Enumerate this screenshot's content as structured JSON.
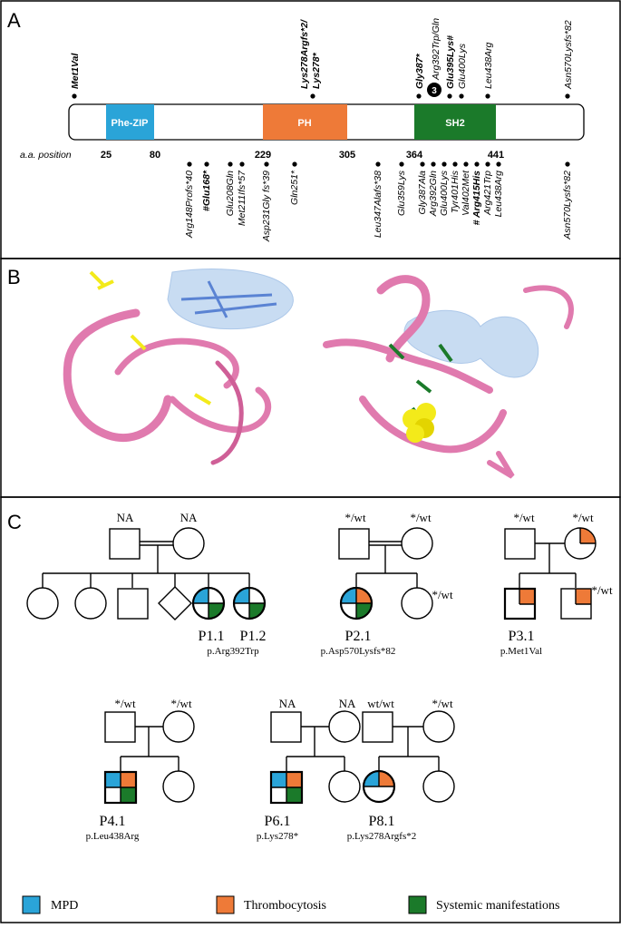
{
  "panels": {
    "a": "A",
    "b": "B",
    "c": "C"
  },
  "colors": {
    "mpd": "#2aa4d8",
    "thrombocytosis": "#ee7a38",
    "systemic": "#1b7a2a",
    "ribbon": "#e07aae",
    "peptide": "#6f92d6",
    "surface": "#bfd6f0",
    "yellow": "#f3ea1a"
  },
  "domains": {
    "phezip": "Phe-ZIP",
    "ph": "PH",
    "sh2": "SH2"
  },
  "positions": {
    "label": "a.a. position",
    "p25": "25",
    "p80": "80",
    "p229": "229",
    "p305": "305",
    "p364": "364",
    "p441": "441"
  },
  "top_mutations": {
    "met1val": "Met1Val",
    "lys278argfs": "Lys278Argfs*2/",
    "lys278stop": "Lys278*",
    "gly387": "Gly387*",
    "circle_count": "3",
    "arg392trp": "Arg392Trp/Gln",
    "glu395lys": "Glu395Lys#",
    "glu400lys": "Glu400Lys",
    "leu438arg": "Leu438Arg",
    "asn570lysfs": "Asn570Lysfs*82"
  },
  "bottom_mutations": {
    "arg148": "Arg148Profs*40",
    "glu168": "#Glu168*",
    "glu208": "Glu208Gln",
    "met211": "Met211Ifs*57",
    "asp231": "Asp231Gly fs*39",
    "gln251": "Gln251*",
    "leu347": "Leu347Alafs*38",
    "glu359": "Glu359Lys",
    "gly387ala": "Gly387Ala",
    "arg392gln": "Arg392Gln",
    "glu400lys": "Glu400Lys",
    "tyr401his": "Tyr401His",
    "val402met": "Val402Met",
    "arg415his": "# Arg415His",
    "arg421trp": "Arg421Trp",
    "leu438arg": "Leu438Arg",
    "asn570": "Asn570Lysfs*82"
  },
  "pedigrees": {
    "p1": {
      "father": "NA",
      "mother": "NA",
      "child1": "P1.1",
      "child2": "P1.2",
      "variant": "p.Arg392Trp"
    },
    "p2": {
      "father": "*/wt",
      "mother": "*/wt",
      "sibling": "*/wt",
      "child": "P2.1",
      "variant": "p.Asp570Lysfs*82"
    },
    "p3": {
      "father": "*/wt",
      "mother": "*/wt",
      "child2_geno": "*/wt",
      "child": "P3.1",
      "variant": "p.Met1Val"
    },
    "p4": {
      "father": "*/wt",
      "mother": "*/wt",
      "child": "P4.1",
      "variant": "p.Leu438Arg"
    },
    "p6": {
      "father": "NA",
      "mother": "NA",
      "child": "P6.1",
      "variant": "p.Lys278*"
    },
    "p8": {
      "father": "wt/wt",
      "mother": "*/wt",
      "child": "P8.1",
      "variant": "p.Lys278Argfs*2"
    }
  },
  "legend": {
    "mpd": "MPD",
    "thrombocytosis": "Thrombocytosis",
    "systemic": "Systemic manifestations"
  }
}
